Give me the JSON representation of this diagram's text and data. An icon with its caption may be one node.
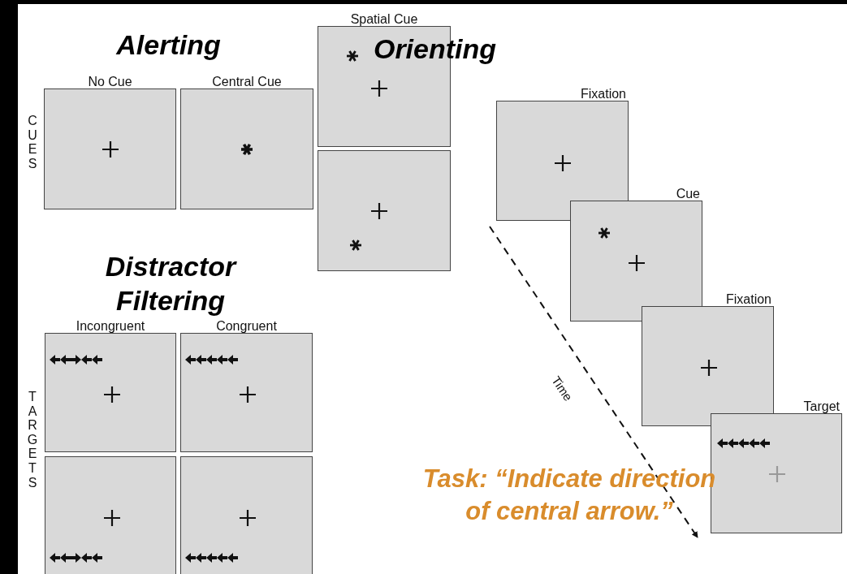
{
  "diagram": {
    "nodes": [
      {
        "text": [
          "No Cue"
        ]
      },
      {
        "text": [
          "Central Cue"
        ]
      },
      {
        "text": [
          "Spatial Cue"
        ]
      },
      {
        "text": [],
        "shape": "box"
      },
      {
        "text": [
          "Incongruent"
        ]
      },
      {
        "text": [
          "Congruent"
        ]
      },
      {
        "text": [],
        "shape": "box"
      },
      {
        "text": [],
        "shape": "box"
      },
      {
        "text": [
          "Fixation"
        ]
      },
      {
        "text": [
          "Cue"
        ]
      },
      {
        "text": [
          "Fixation"
        ]
      },
      {
        "text": [
          "Target"
        ]
      }
    ],
    "labels": [
      "Alerting",
      "Orienting",
      "CUES",
      "Distractor Filtering",
      "TARGETS",
      "Time",
      "Task: “Indicate direction of central arrow.”"
    ]
  }
}
